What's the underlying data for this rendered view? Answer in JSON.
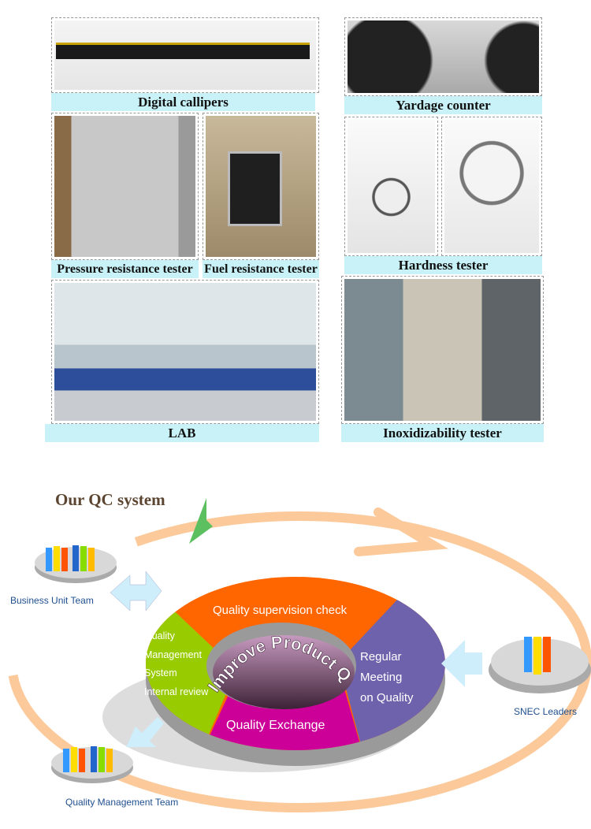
{
  "equipment": [
    {
      "label": "Digital callipers"
    },
    {
      "label": "Yardage counter"
    },
    {
      "label": "Pressure resistance tester"
    },
    {
      "label": "Fuel resistance tester"
    },
    {
      "label": "Hardness tester"
    },
    {
      "label": "LAB"
    },
    {
      "label": "Inoxidizability tester"
    }
  ],
  "qc": {
    "title": "Our QC system",
    "center": "Improve Product Quality",
    "segments": {
      "top": "Quality supervision check",
      "left": [
        "Quality",
        "Management",
        "System",
        "Internal review"
      ],
      "right": [
        "Regular",
        "Meeting",
        "on Quality"
      ],
      "bottom": "Quality Exchange"
    },
    "teams": {
      "business": "Business Unit Team",
      "leaders": "SNEC Leaders",
      "qm": "Quality Management Team"
    },
    "colors": {
      "ring": "#fcc99a",
      "top": "#ff6600",
      "left": "#99cc00",
      "right": "#6f62ad",
      "bottom": "#cc0099",
      "arrow": "#cdeefa"
    }
  }
}
